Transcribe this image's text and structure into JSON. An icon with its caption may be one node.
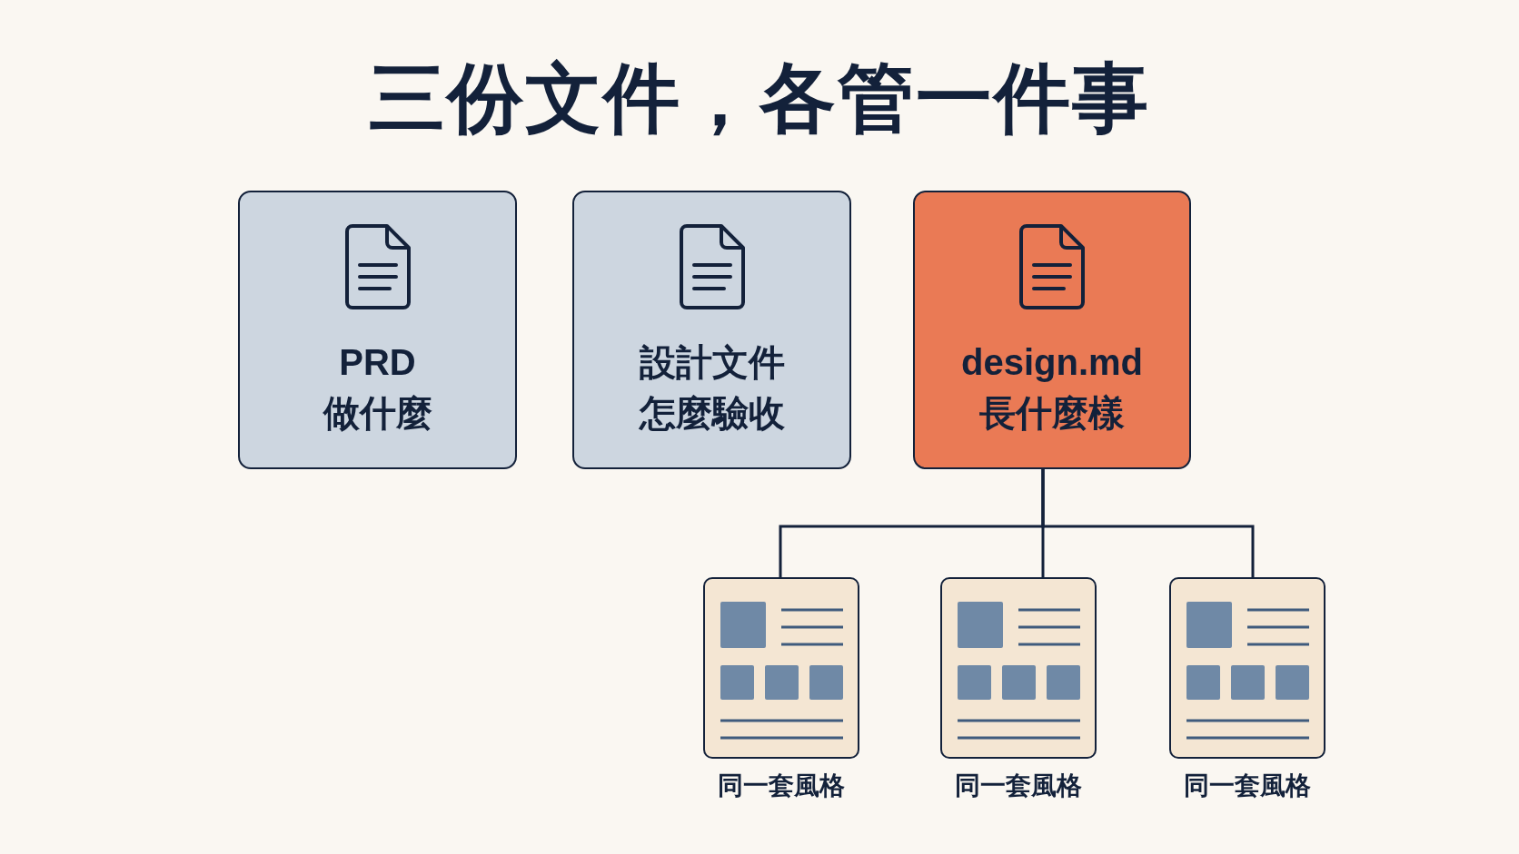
{
  "diagram": {
    "title": "三份文件，各管一件事",
    "nodes": [
      {
        "text": [
          "PRD",
          "做什麼"
        ]
      },
      {
        "text": [
          "設計文件",
          "怎麼驗收"
        ]
      },
      {
        "text": [
          "design.md",
          "長什麼樣"
        ]
      },
      {
        "text": [],
        "shape": "picture",
        "beside": [
          "同一套風格"
        ]
      },
      {
        "text": [],
        "shape": "picture",
        "beside": [
          "同一套風格"
        ]
      },
      {
        "text": [],
        "shape": "picture",
        "beside": [
          "同一套風格"
        ]
      }
    ],
    "edges": [
      {
        "from": 2,
        "to": 3,
        "arrow": "none"
      },
      {
        "from": 2,
        "to": 4,
        "arrow": "none"
      },
      {
        "from": 2,
        "to": 5,
        "arrow": "none"
      }
    ]
  }
}
